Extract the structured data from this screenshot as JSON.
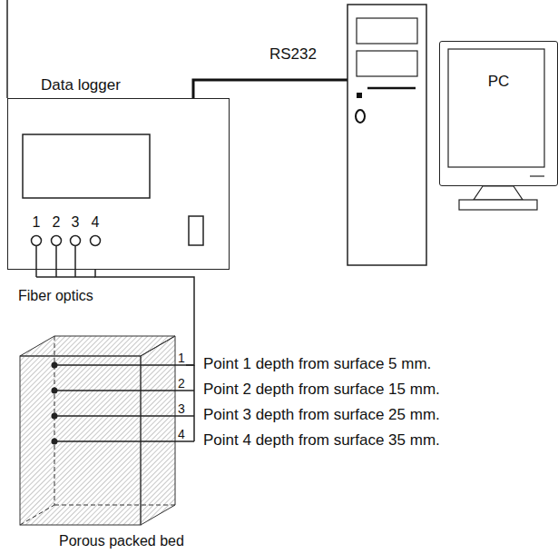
{
  "diagram": {
    "nodes": [
      {
        "text": [
          "Data logger"
        ]
      },
      {
        "text": [
          "PC"
        ]
      },
      {
        "text": [
          "Porous packed bed"
        ]
      }
    ],
    "edges": [
      {
        "from": 0,
        "to": 2,
        "arrow": "none",
        "label": "Fiber optics"
      }
    ],
    "labels": [
      "RS232",
      "1",
      "2",
      "3",
      "4",
      "1",
      "2",
      "3",
      "4",
      "Point 1 depth from surface 5 mm.",
      "Point 2 depth from surface 15 mm.",
      "Point 3 depth from surface 25 mm.",
      "Point 4 depth from surface 35 mm."
    ]
  }
}
